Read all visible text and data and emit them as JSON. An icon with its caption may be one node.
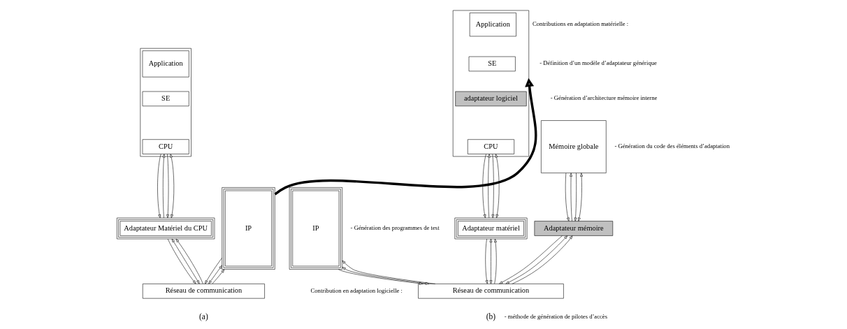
{
  "diagram": {
    "nodes": [
      {
        "text": [],
        "shape": "box"
      },
      {
        "text": [
          "Application"
        ],
        "in": 0
      },
      {
        "text": [
          "SE"
        ],
        "in": 0
      },
      {
        "text": [
          "CPU"
        ],
        "in": 0
      },
      {
        "text": [
          "Adaptateur Matériel du CPU"
        ]
      },
      {
        "text": [
          "IP"
        ]
      },
      {
        "text": [
          "Réseau de communication"
        ]
      },
      {
        "text": [],
        "shape": "box"
      },
      {
        "text": [
          "Application"
        ],
        "in": 7
      },
      {
        "text": [
          "SE"
        ],
        "in": 7
      },
      {
        "text": [
          "adaptateur logiciel"
        ],
        "in": 7
      },
      {
        "text": [
          "CPU"
        ],
        "in": 7
      },
      {
        "text": [
          "Adaptateur matériel"
        ]
      },
      {
        "text": [
          "IP"
        ]
      },
      {
        "text": [
          "Mémoire globale"
        ]
      },
      {
        "text": [
          "Adaptateur mémoire"
        ]
      },
      {
        "text": [
          "Réseau de communication"
        ]
      }
    ],
    "edges": [
      {
        "from": 3,
        "to": 4,
        "arrow": "to"
      },
      {
        "from": 4,
        "to": 3,
        "arrow": "to"
      },
      {
        "from": 3,
        "to": 4,
        "arrow": "to"
      },
      {
        "from": 3,
        "to": 4,
        "arrow": "both"
      },
      {
        "from": 4,
        "to": 6,
        "arrow": "to"
      },
      {
        "from": 4,
        "to": 6,
        "arrow": "both"
      },
      {
        "from": 6,
        "to": 4,
        "arrow": "to"
      },
      {
        "from": 5,
        "to": 6,
        "arrow": "to"
      },
      {
        "from": 5,
        "to": 6,
        "arrow": "both"
      },
      {
        "from": 6,
        "to": 5,
        "arrow": "to"
      },
      {
        "from": 5,
        "to": 7,
        "arrow": "to",
        "style": "thick"
      },
      {
        "from": 11,
        "to": 12,
        "arrow": "to"
      },
      {
        "from": 12,
        "to": 11,
        "arrow": "to"
      },
      {
        "from": 11,
        "to": 12,
        "arrow": "to"
      },
      {
        "from": 11,
        "to": 12,
        "arrow": "both"
      },
      {
        "from": 12,
        "to": 16,
        "arrow": "to"
      },
      {
        "from": 12,
        "to": 16,
        "arrow": "both"
      },
      {
        "from": 16,
        "to": 12,
        "arrow": "to"
      },
      {
        "from": 13,
        "to": 16,
        "arrow": "to"
      },
      {
        "from": 13,
        "to": 16,
        "arrow": "both"
      },
      {
        "from": 16,
        "to": 13,
        "arrow": "to"
      },
      {
        "from": 14,
        "to": 15,
        "arrow": "to"
      },
      {
        "from": 15,
        "to": 14,
        "arrow": "to"
      },
      {
        "from": 14,
        "to": 15,
        "arrow": "to"
      },
      {
        "from": 14,
        "to": 15,
        "arrow": "both"
      },
      {
        "from": 15,
        "to": 16,
        "arrow": "to"
      },
      {
        "from": 15,
        "to": 16,
        "arrow": "both"
      },
      {
        "from": 16,
        "to": 15,
        "arrow": "to"
      }
    ],
    "labels": [
      "Contributions en adaptation matérielle :",
      "- Définition d’un modèle d’adaptateur générique",
      "- Génération d’architecture mémoire interne",
      "- Génération du code des éléments d’adaptation",
      "- Génération des programmes de test",
      "Contribution en adaptation logicielle :",
      "- méthode de génération de pilotes d’accès",
      "(a)",
      "(b)"
    ]
  }
}
